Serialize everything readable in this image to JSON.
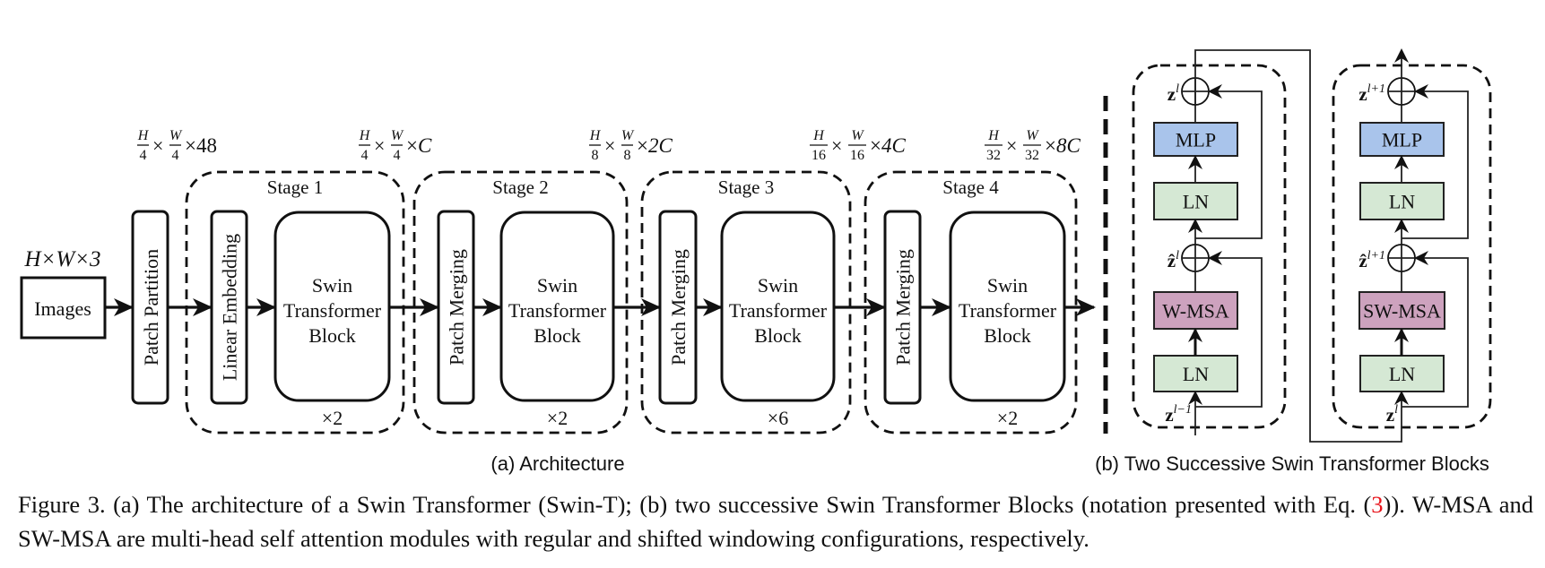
{
  "figure": {
    "input": {
      "dim_label": "H×W×3",
      "box_label": "Images"
    },
    "patch_partition": {
      "label": "Patch Partition"
    },
    "dim_labels": [
      {
        "num1": "H",
        "den1": "4",
        "num2": "W",
        "den2": "4",
        "tail": "48",
        "tail_italic": false
      },
      {
        "num1": "H",
        "den1": "4",
        "num2": "W",
        "den2": "4",
        "tail": "C",
        "tail_italic": true
      },
      {
        "num1": "H",
        "den1": "8",
        "num2": "W",
        "den2": "8",
        "tail": "2C",
        "tail_italic": true
      },
      {
        "num1": "H",
        "den1": "16",
        "num2": "W",
        "den2": "16",
        "tail": "4C",
        "tail_italic": true
      },
      {
        "num1": "H",
        "den1": "32",
        "num2": "W",
        "den2": "32",
        "tail": "8C",
        "tail_italic": true
      }
    ],
    "stages": [
      {
        "title": "Stage 1",
        "first_layer": "Linear Embedding",
        "block_lines": [
          "Swin",
          "Transformer",
          "Block"
        ],
        "repeat": "×2"
      },
      {
        "title": "Stage 2",
        "first_layer": "Patch Merging",
        "block_lines": [
          "Swin",
          "Transformer",
          "Block"
        ],
        "repeat": "×2"
      },
      {
        "title": "Stage 3",
        "first_layer": "Patch Merging",
        "block_lines": [
          "Swin",
          "Transformer",
          "Block"
        ],
        "repeat": "×6"
      },
      {
        "title": "Stage 4",
        "first_layer": "Patch Merging",
        "block_lines": [
          "Swin",
          "Transformer",
          "Block"
        ],
        "repeat": "×2"
      }
    ],
    "blocks": [
      {
        "mlp": "MLP",
        "ln_upper": "LN",
        "attention": "W-MSA",
        "ln_lower": "LN",
        "out_var": "z",
        "out_sup": "l",
        "mid_var": "ẑ",
        "mid_sup": "l",
        "in_var": "z",
        "in_sup": "l−1"
      },
      {
        "mlp": "MLP",
        "ln_upper": "LN",
        "attention": "SW-MSA",
        "ln_lower": "LN",
        "out_var": "z",
        "out_sup": "l+1",
        "mid_var": "ẑ",
        "mid_sup": "l+1",
        "in_var": "z",
        "in_sup": "l"
      }
    ],
    "colors": {
      "mlp": "#a9c4eb",
      "ln": "#d5e8d4",
      "attention": "#cda2be",
      "line": "#111111"
    },
    "subcaption_a": "(a) Architecture",
    "subcaption_b": "(b) Two Successive Swin Transformer Blocks"
  },
  "caption": {
    "part1": "Figure 3. (a) The architecture of a Swin Transformer (Swin-T); (b) two successive Swin Transformer Blocks (notation presented with Eq. (",
    "ref": "3",
    "part2": ")). W-MSA and SW-MSA are multi-head self attention modules with regular and shifted windowing configurations, respectively."
  }
}
